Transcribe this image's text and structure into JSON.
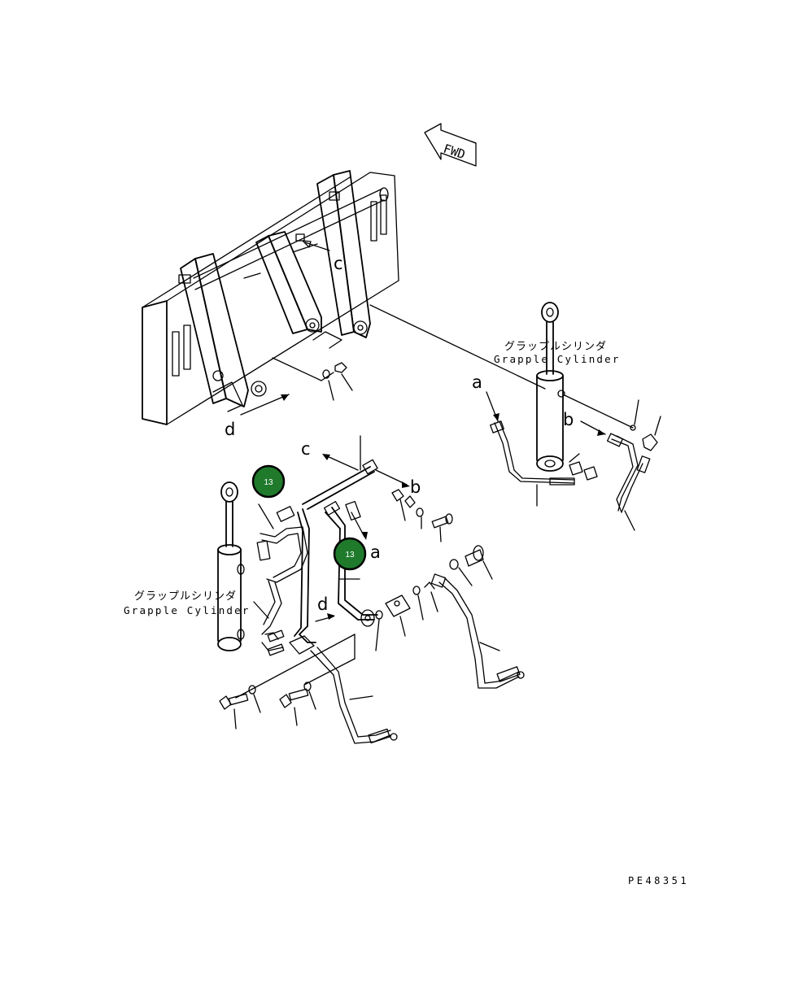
{
  "direction_marker": {
    "text": "FWD"
  },
  "view_labels": {
    "a": "a",
    "b": "b",
    "c": "c",
    "d": "d"
  },
  "cylinder_labels": {
    "japanese": "グラップルシリンダ",
    "english": "Grapple Cylinder"
  },
  "callouts": [
    {
      "number": "13"
    },
    {
      "number": "13"
    }
  ],
  "drawing_code": "PE48351",
  "colors": {
    "callout_fill": "#1f7a2c",
    "callout_ring": "#000000",
    "line": "#000000"
  }
}
